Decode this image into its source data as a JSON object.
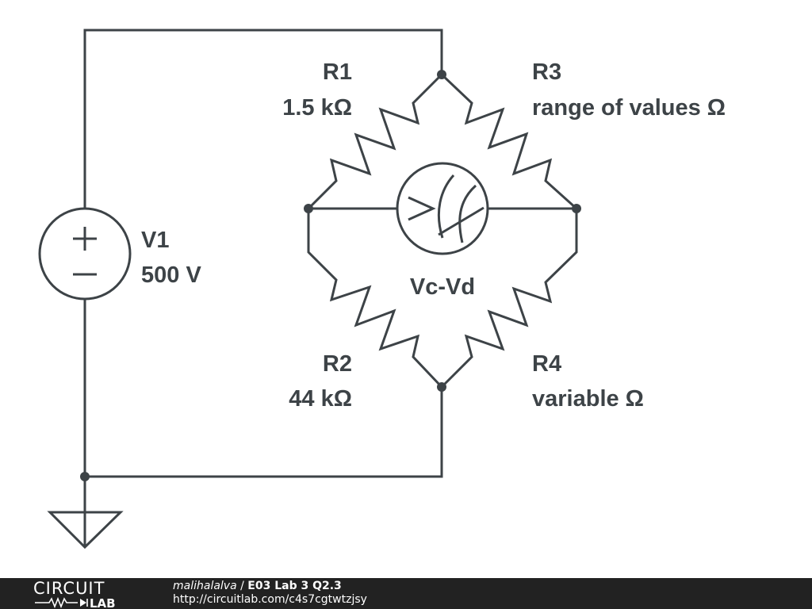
{
  "schematic": {
    "source": {
      "name": "V1",
      "value": "500 V"
    },
    "r1": {
      "name": "R1",
      "value": "1.5 kΩ"
    },
    "r2": {
      "name": "R2",
      "value": "44 kΩ"
    },
    "r3": {
      "name": "R3",
      "value": "range of values Ω"
    },
    "r4": {
      "name": "R4",
      "value": "variable Ω"
    },
    "meter": {
      "name": "Vc-Vd"
    }
  },
  "footer": {
    "logo_top": "CIRCUIT",
    "logo_bottom": "LAB",
    "author": "malihalalva",
    "separator": " / ",
    "title": "E03 Lab 3 Q2.3",
    "url": "http://circuitlab.com/c4s7cgtwtzjsy"
  },
  "colors": {
    "ink": "#3d4347",
    "footer_bg": "#222222",
    "footer_text": "#ffffff"
  },
  "icons": [
    "voltage-source-icon",
    "voltmeter-icon",
    "resistor-icon",
    "ground-icon"
  ]
}
